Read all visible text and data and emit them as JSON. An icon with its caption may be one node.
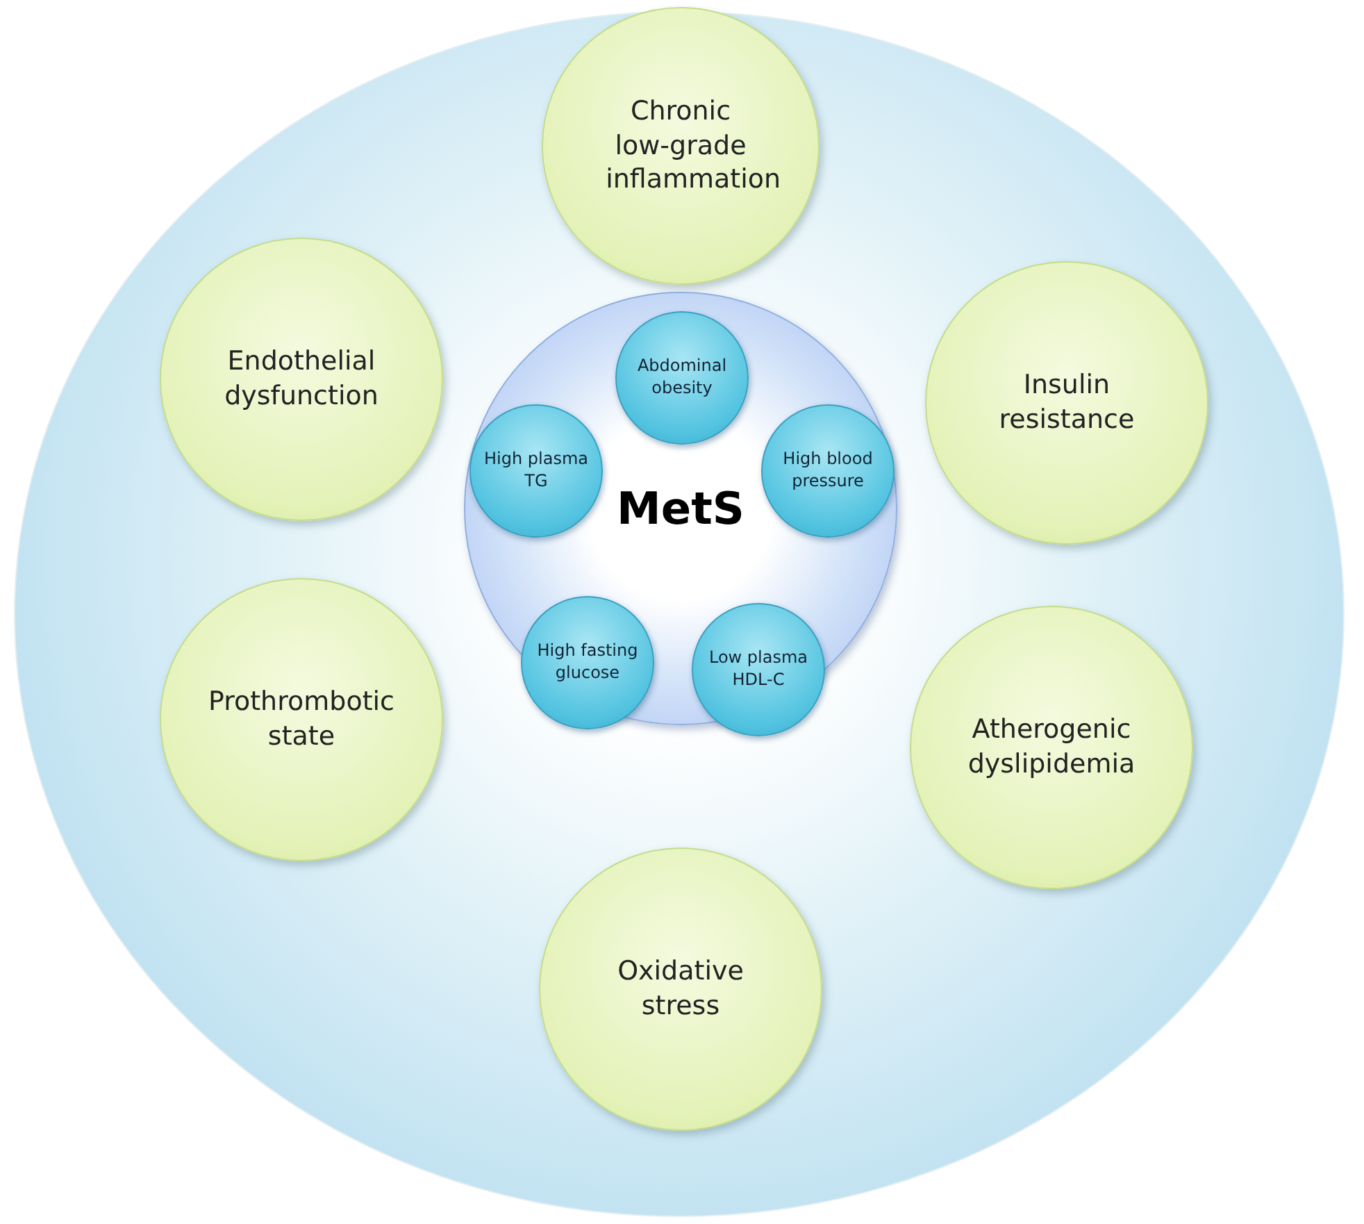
{
  "diagram": {
    "nodes": [
      {
        "text": [
          "Chronic low-grade inflammation"
        ]
      },
      {
        "text": [
          "Endothelial dysfunction"
        ]
      },
      {
        "text": [
          "Insulin resistance"
        ]
      },
      {
        "text": [
          "MetS"
        ]
      },
      {
        "text": [
          "Abdominal obesity"
        ],
        "in": 3
      },
      {
        "text": [
          "High plasma TG"
        ],
        "in": 3
      },
      {
        "text": [
          "High blood pressure"
        ],
        "in": 3
      },
      {
        "text": [
          "High fasting glucose"
        ],
        "in": 3
      },
      {
        "text": [
          "Low plasma HDL-C"
        ],
        "in": 3
      },
      {
        "text": [
          "Prothrombotic state"
        ]
      },
      {
        "text": [
          "Atherogenic dyslipidemia"
        ]
      },
      {
        "text": [
          "Oxidative stress"
        ]
      }
    ],
    "edges": []
  }
}
